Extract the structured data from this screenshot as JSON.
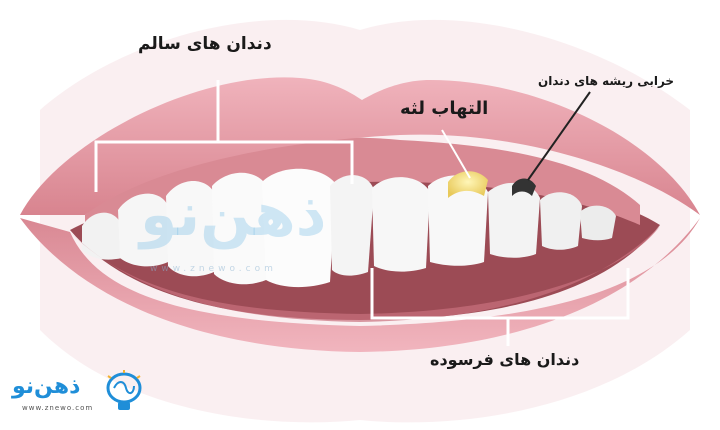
{
  "labels": {
    "healthy_teeth": "دندان های سالم",
    "gum_inflammation": "التهاب لثه",
    "root_decay": "خرابی ریشه های دندان",
    "worn_teeth": "دندان های فرسوده"
  },
  "logo": {
    "brand": "ذهن‌نو",
    "site": "www.znewo.com"
  },
  "colors": {
    "lip": "#e79aa6",
    "lip_dark": "#cf7f8c",
    "gum": "#d98a94",
    "mouth_inner": "#9c4b55",
    "tooth": "#f7f7f7",
    "bracket": "#ffffff",
    "brand": "#1f8ed8",
    "inflammation": "#f2df7a"
  }
}
